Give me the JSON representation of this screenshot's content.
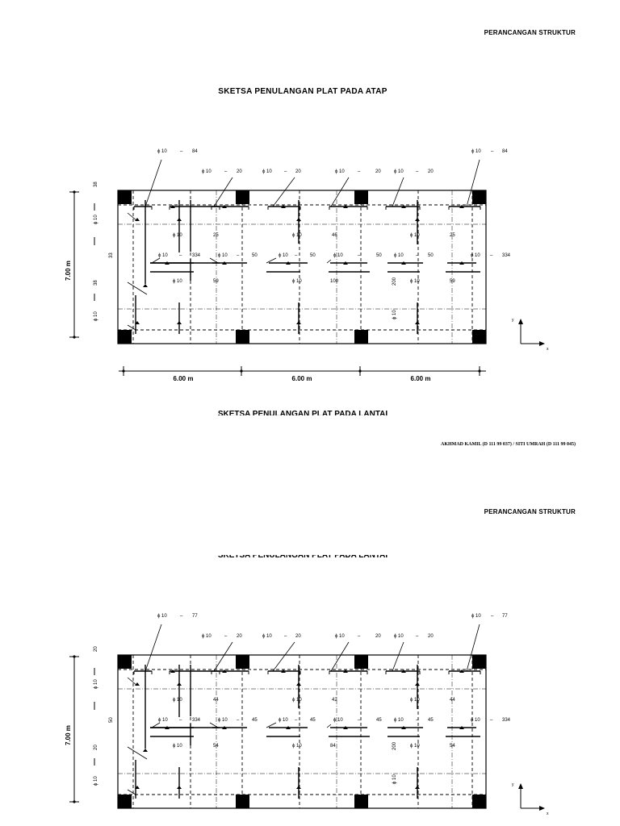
{
  "pages": [
    {
      "header": "PERANCANGAN STRUKTUR",
      "title": "SKETSA PENULANGAN PLAT PADA ATAP",
      "next_title": "SKETSA PENULANGAN PLAT PADA LANTAI",
      "footer": "AKHMAD KAMIL  (D  111 99 037) / SITI UMRAH  (D  111 99 045)",
      "dim_vertical": "7.00 m",
      "dim_horizontal": [
        "6.00 m",
        "6.00 m",
        "6.00 m"
      ],
      "axis": {
        "y": "y",
        "x": "x"
      },
      "labels": {
        "phi": "ϕ 10",
        "top_outer": "84",
        "top_inner": [
          "20",
          "20",
          "20",
          "20"
        ],
        "mid_row1": [
          "25",
          "46",
          "25"
        ],
        "mid_row2_left": "334",
        "mid_row2_right": "334",
        "mid_row2": [
          "50",
          "50",
          "50",
          "50"
        ],
        "mid_row3": [
          "59",
          "100",
          "59"
        ],
        "side_left": [
          "38",
          "33",
          "38"
        ],
        "center_vertical": "200"
      }
    },
    {
      "header": "PERANCANGAN STRUKTUR",
      "title": "SKETSA PENULANGAN PLAT PADA LANTAI",
      "dim_vertical": "7.00 m",
      "axis": {
        "y": "y",
        "x": "x"
      },
      "labels": {
        "phi": "ϕ 10",
        "top_outer": "77",
        "top_inner": [
          "20",
          "20",
          "20",
          "20"
        ],
        "mid_row1": [
          "44",
          "42",
          "44"
        ],
        "mid_row2_left": "334",
        "mid_row2_right": "334",
        "mid_row2": [
          "45",
          "45",
          "45",
          "45"
        ],
        "mid_row3": [
          "54",
          "84",
          "54"
        ],
        "side_left": [
          "20",
          "50",
          "20"
        ],
        "center_vertical": "200"
      }
    }
  ]
}
